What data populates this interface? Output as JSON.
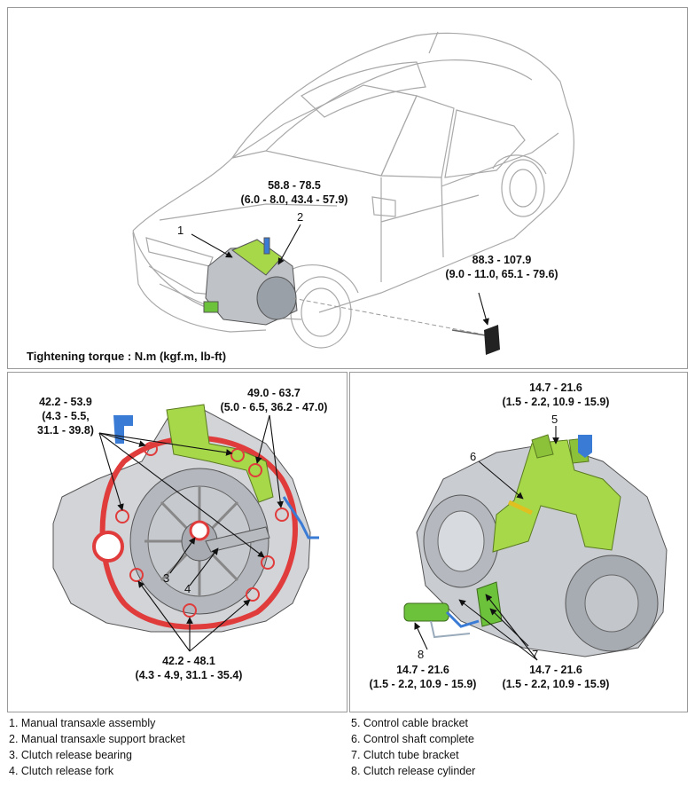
{
  "top_panel": {
    "torque_label_1": {
      "range": "58.8 - 78.5",
      "alt": "(6.0 - 8.0, 43.4 - 57.9)"
    },
    "torque_label_2": {
      "range": "88.3 - 107.9",
      "alt": "(9.0 - 11.0, 65.1 - 79.6)"
    },
    "callout_1": "1",
    "callout_2": "2",
    "note": "Tightening torque : N.m (kgf.m, lb-ft)"
  },
  "left_panel": {
    "torque_a": {
      "range": "42.2 - 53.9",
      "alt1": "(4.3 - 5.5,",
      "alt2": "31.1 - 39.8)"
    },
    "torque_b": {
      "range": "49.0 - 63.7",
      "alt": "(5.0 - 6.5, 36.2 - 47.0)"
    },
    "torque_c": {
      "range": "42.2 - 48.1",
      "alt": "(4.3 - 4.9, 31.1 - 35.4)"
    },
    "callout_3": "3",
    "callout_4": "4"
  },
  "right_panel": {
    "torque_top": {
      "range": "14.7 - 21.6",
      "alt": "(1.5 - 2.2, 10.9 - 15.9)"
    },
    "torque_bl": {
      "range": "14.7 - 21.6",
      "alt": "(1.5 - 2.2, 10.9 - 15.9)"
    },
    "torque_br": {
      "range": "14.7 - 21.6",
      "alt": "(1.5 - 2.2, 10.9 - 15.9)"
    },
    "callout_5": "5",
    "callout_6": "6",
    "callout_7": "7",
    "callout_8": "8"
  },
  "legend": {
    "left": [
      "1. Manual transaxle assembly",
      "2. Manual transaxle support bracket",
      "3. Clutch release bearing",
      "4. Clutch release fork"
    ],
    "right": [
      "5. Control cable bracket",
      "6. Control shaft complete",
      "7. Clutch tube bracket",
      "8. Clutch release cylinder"
    ]
  }
}
